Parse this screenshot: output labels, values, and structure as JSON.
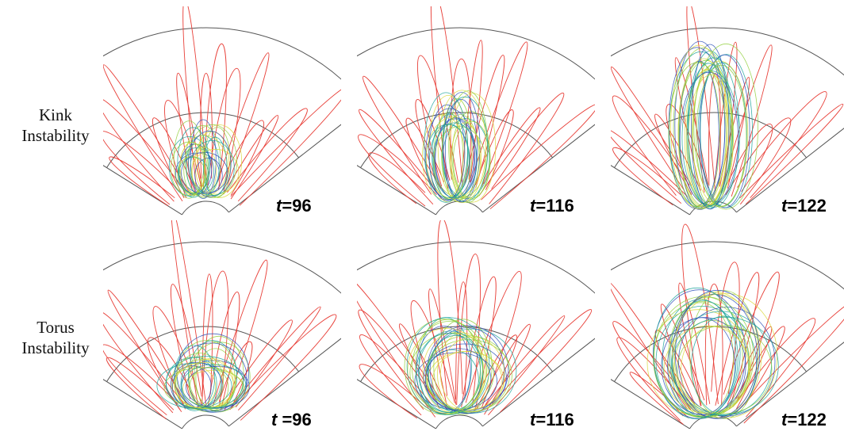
{
  "rows": [
    {
      "label_line1": "Kink",
      "label_line2": "Instability",
      "times": [
        "96",
        "116",
        "122"
      ],
      "separators": [
        "=",
        "=",
        "="
      ]
    },
    {
      "label_line1": "Torus",
      "label_line2": "Instability",
      "times": [
        "96",
        "116",
        "122"
      ],
      "separators": [
        " =",
        "=",
        "="
      ]
    }
  ],
  "time_symbol": "t",
  "colors": {
    "outline": "#555555",
    "outer_loops": "#e8413a",
    "twisted_blue": "#2a4fb8",
    "twisted_teal": "#1aa39a",
    "twisted_green": "#8fcf3a",
    "twisted_yellow": "#d9d83a"
  }
}
